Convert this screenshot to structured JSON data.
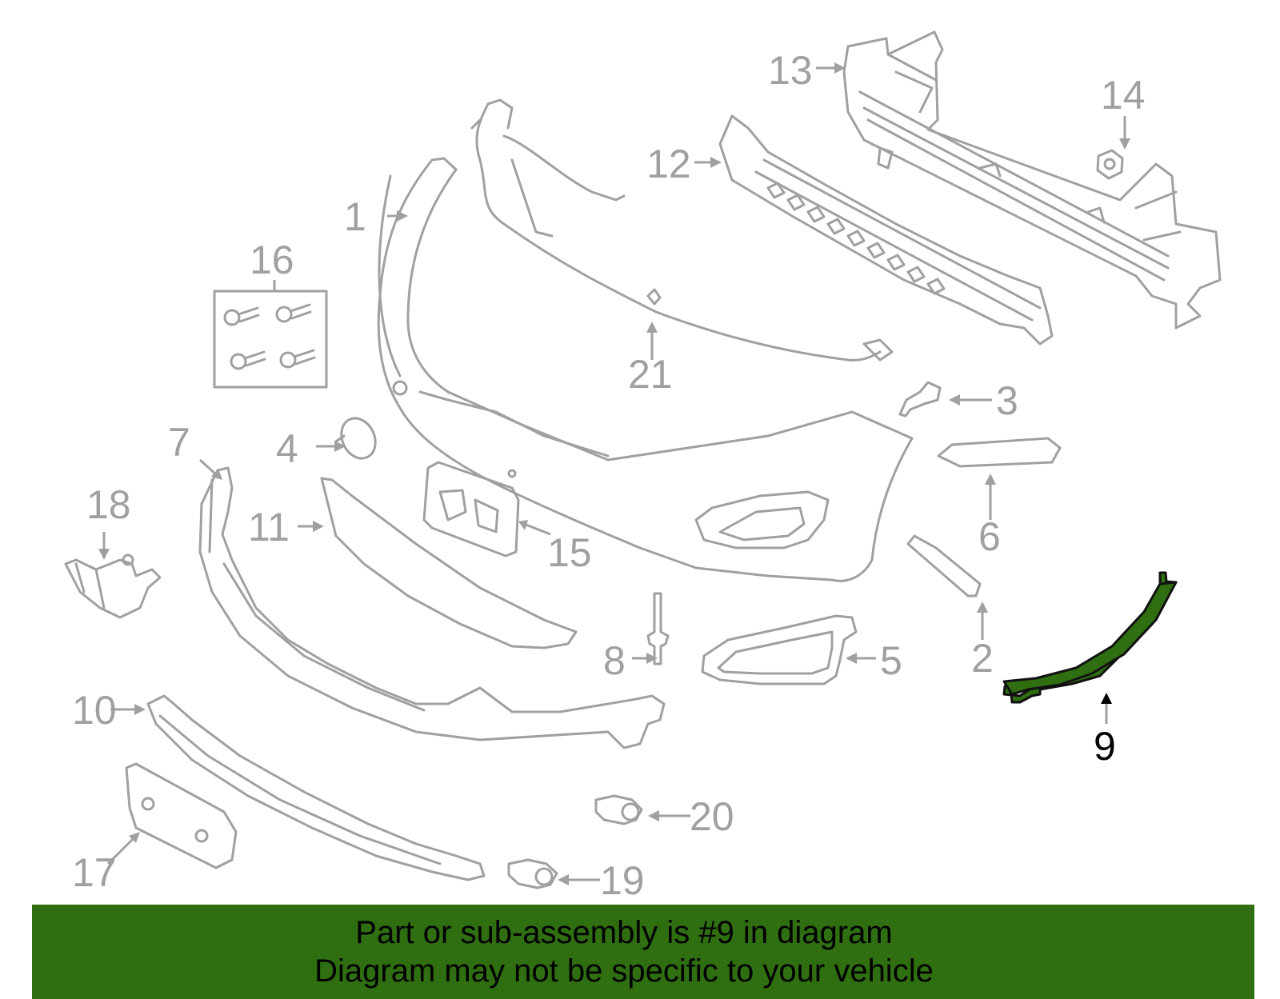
{
  "callouts": [
    {
      "id": "1",
      "label": "1"
    },
    {
      "id": "2",
      "label": "2"
    },
    {
      "id": "3",
      "label": "3"
    },
    {
      "id": "4",
      "label": "4"
    },
    {
      "id": "5",
      "label": "5"
    },
    {
      "id": "6",
      "label": "6"
    },
    {
      "id": "7",
      "label": "7"
    },
    {
      "id": "8",
      "label": "8"
    },
    {
      "id": "9",
      "label": "9",
      "highlighted": true
    },
    {
      "id": "10",
      "label": "10"
    },
    {
      "id": "11",
      "label": "11"
    },
    {
      "id": "12",
      "label": "12"
    },
    {
      "id": "13",
      "label": "13"
    },
    {
      "id": "14",
      "label": "14"
    },
    {
      "id": "15",
      "label": "15"
    },
    {
      "id": "16",
      "label": "16"
    },
    {
      "id": "17",
      "label": "17"
    },
    {
      "id": "18",
      "label": "18"
    },
    {
      "id": "19",
      "label": "19"
    },
    {
      "id": "20",
      "label": "20"
    },
    {
      "id": "21",
      "label": "21"
    }
  ],
  "banner": {
    "line1": "Part or sub-assembly is #9 in diagram",
    "line2": "Diagram may not be specific to your vehicle"
  },
  "colors": {
    "part_stroke": "#a0a0a0",
    "highlight_fill": "#2f6e11",
    "banner_bg": "#2f6e11",
    "text": "#000000"
  }
}
